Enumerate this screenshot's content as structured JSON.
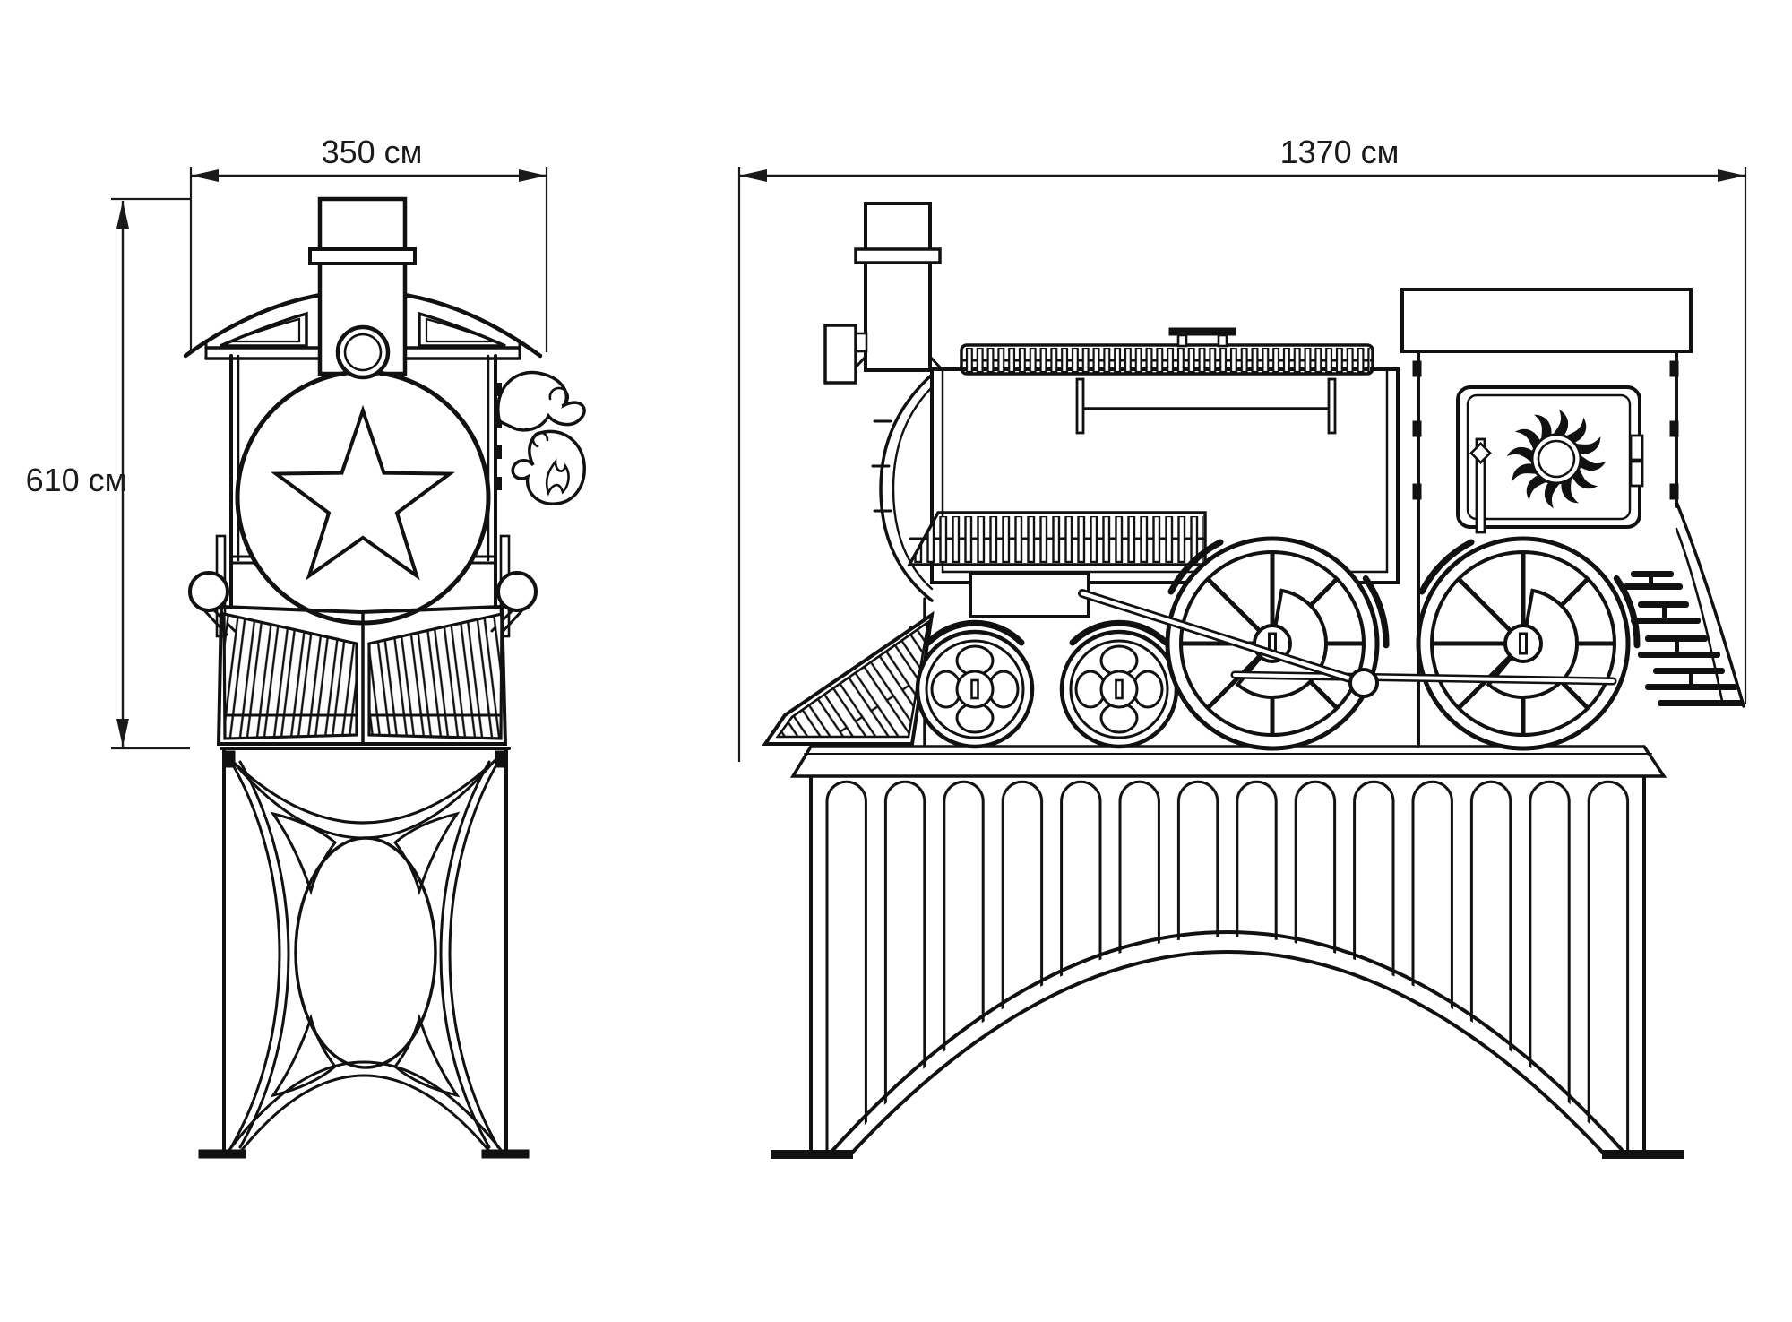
{
  "dimensions": {
    "front_width": "350 см",
    "front_height": "610 см",
    "side_length": "1370 см"
  },
  "colors": {
    "line": "#111111",
    "background": "#ffffff",
    "text": "#1a1a1a"
  }
}
